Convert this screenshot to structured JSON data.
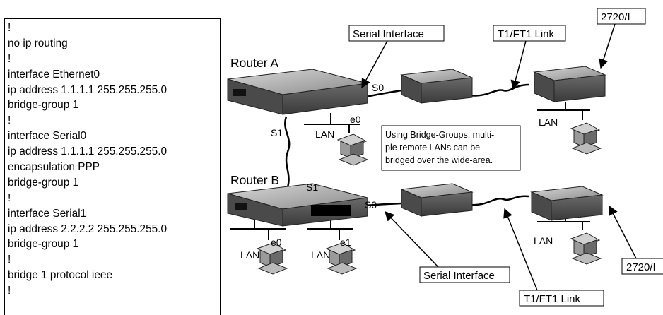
{
  "config_lines": [
    "!",
    "no ip routing",
    "!",
    "interface Ethernet0",
    "ip address 1.1.1.1 255.255.255.0",
    "bridge-group 1",
    "!",
    "interface Serial0",
    "ip address 1.1.1.1 255.255.255.0",
    "encapsulation PPP",
    "bridge-group 1",
    "!",
    "interface Serial1",
    "ip address 2.2.2.2 255.255.255.0",
    "bridge-group 1",
    "!",
    "bridge 1 protocol ieee",
    "!"
  ],
  "diagram": {
    "router_a": "Router A",
    "router_b": "Router B",
    "callout_serial_top": "Serial Interface",
    "callout_t1_top": "T1/FT1 Link",
    "callout_2720_top": "2720/I",
    "callout_serial_bottom": "Serial Interface",
    "callout_t1_bottom": "T1/FT1 Link",
    "callout_2720_bottom": "2720/I",
    "note_lines": [
      "Using Bridge-Groups, multi-",
      "ple remote LANs can be",
      "bridged over the wide-area."
    ],
    "port_s0_a": "S0",
    "port_s1_a": "S1",
    "port_e0_a": "e0",
    "port_s1_b": "S1",
    "port_s0_b": "S0",
    "port_e0_b": "e0",
    "port_e1_b": "e1",
    "lan_a": "LAN",
    "lan_top_remote": "LAN",
    "lan_b_left": "LAN",
    "lan_b_right": "LAN",
    "lan_bottom_remote": "LAN"
  }
}
